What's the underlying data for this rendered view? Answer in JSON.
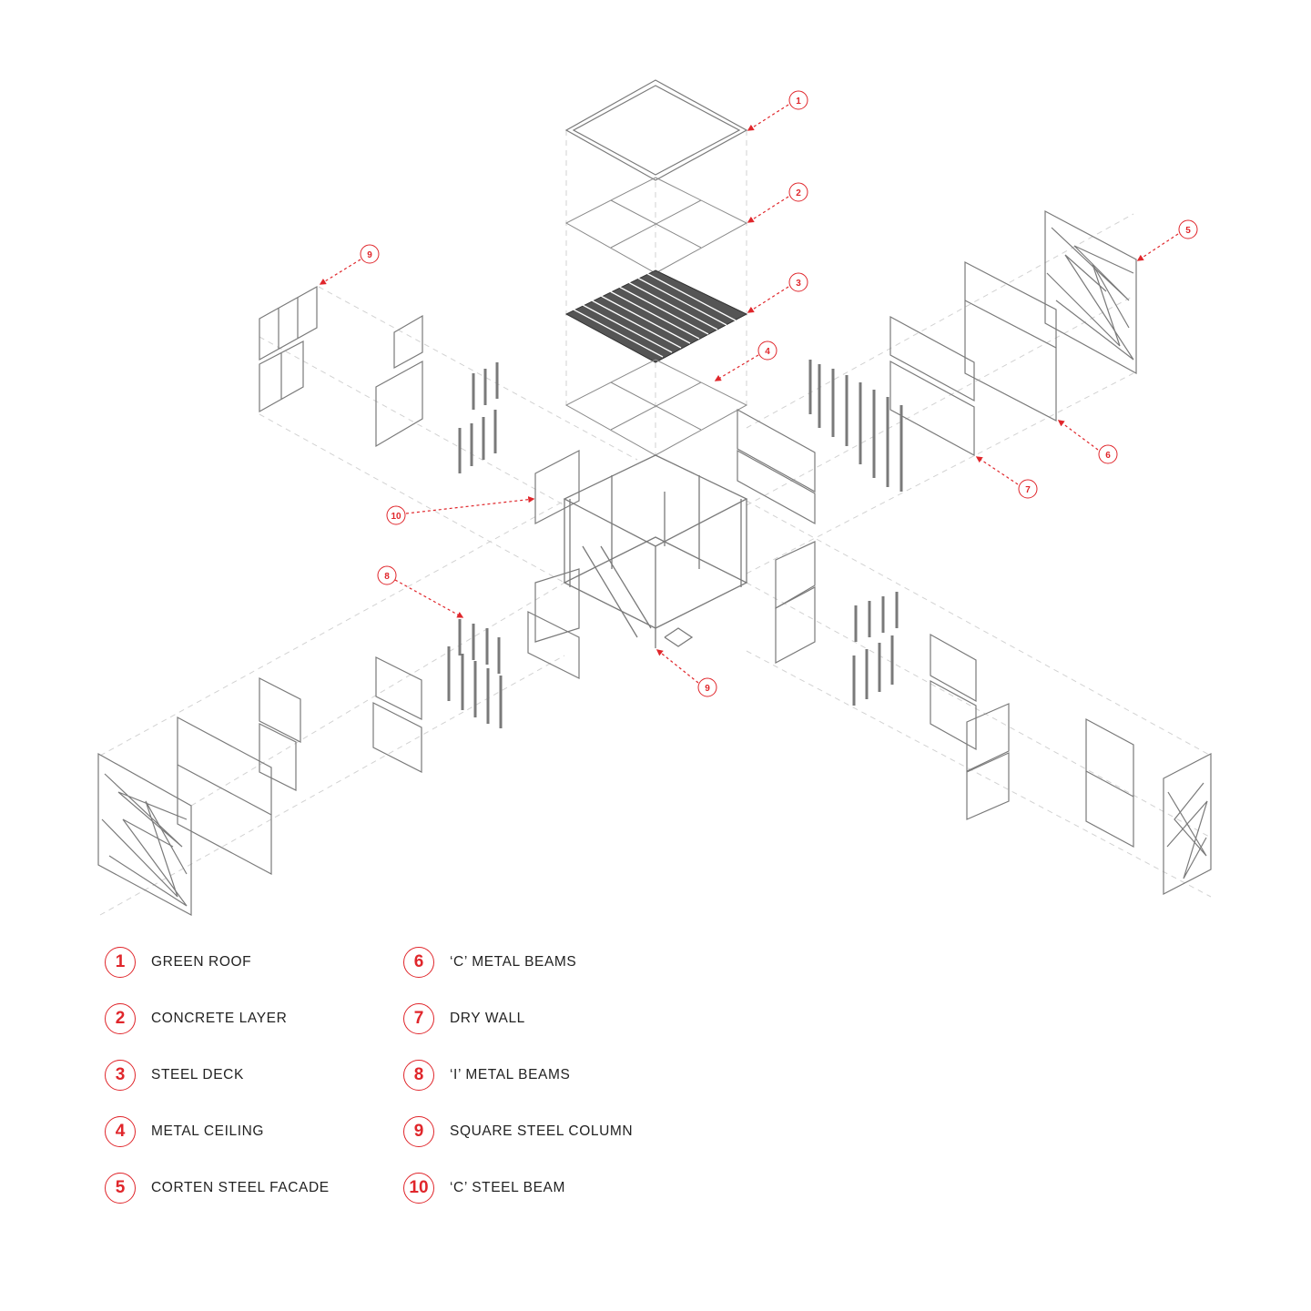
{
  "colors": {
    "accent": "#e0262b",
    "line": "#7a7a7a",
    "guide": "#cfcfcf",
    "text": "#222222"
  },
  "callouts": [
    {
      "number": "1"
    },
    {
      "number": "2"
    },
    {
      "number": "3"
    },
    {
      "number": "4"
    },
    {
      "number": "5"
    },
    {
      "number": "6"
    },
    {
      "number": "7"
    },
    {
      "number": "8"
    },
    {
      "number": "9"
    },
    {
      "number": "9"
    },
    {
      "number": "10"
    }
  ],
  "legend": [
    {
      "number": "1",
      "label": "GREEN ROOF"
    },
    {
      "number": "2",
      "label": "CONCRETE LAYER"
    },
    {
      "number": "3",
      "label": "STEEL DECK"
    },
    {
      "number": "4",
      "label": "METAL CEILING"
    },
    {
      "number": "5",
      "label": "CORTEN STEEL FACADE"
    },
    {
      "number": "6",
      "label": "‘C’ METAL BEAMS"
    },
    {
      "number": "7",
      "label": "DRY WALL"
    },
    {
      "number": "8",
      "label": "‘I’ METAL BEAMS"
    },
    {
      "number": "9",
      "label": "SQUARE STEEL COLUMN"
    },
    {
      "number": "10",
      "label": "‘C’ STEEL BEAM"
    }
  ]
}
